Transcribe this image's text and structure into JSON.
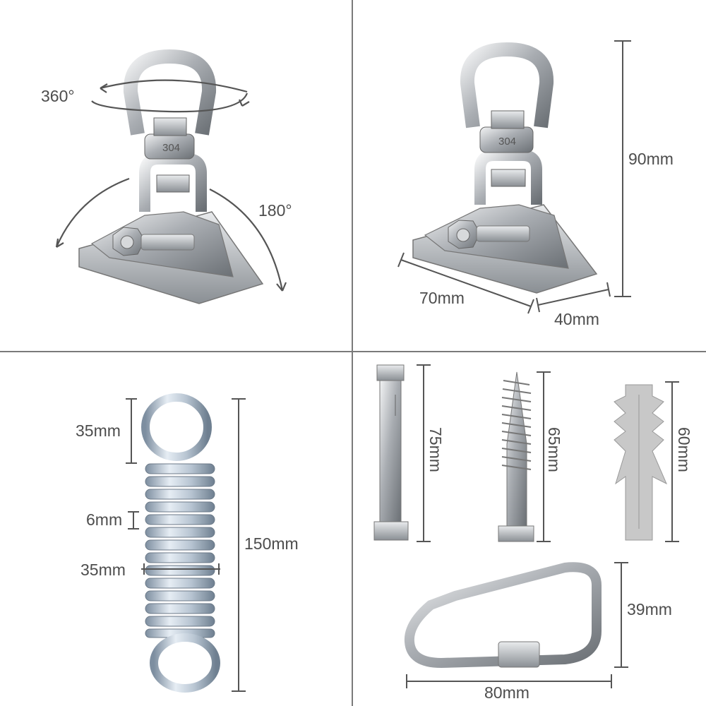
{
  "swivel_panel": {
    "rotation_top": "360°",
    "rotation_side": "180°",
    "stamp": "304"
  },
  "dimensions_panel": {
    "height": "90mm",
    "length": "70mm",
    "width": "40mm",
    "stamp": "304"
  },
  "spring_panel": {
    "eye_height": "35mm",
    "coil_gap": "6mm",
    "diameter": "35mm",
    "total_length": "150mm"
  },
  "hardware_panel": {
    "anchor_bolt_length": "75mm",
    "lag_screw_length": "65mm",
    "wall_plug_length": "60mm",
    "carabiner_height": "39mm",
    "carabiner_length": "80mm"
  },
  "colors": {
    "divider": "#7a7a7a",
    "dimension_line": "#555555",
    "steel": "#b9bcc0",
    "plug": "#c8c8c8"
  }
}
